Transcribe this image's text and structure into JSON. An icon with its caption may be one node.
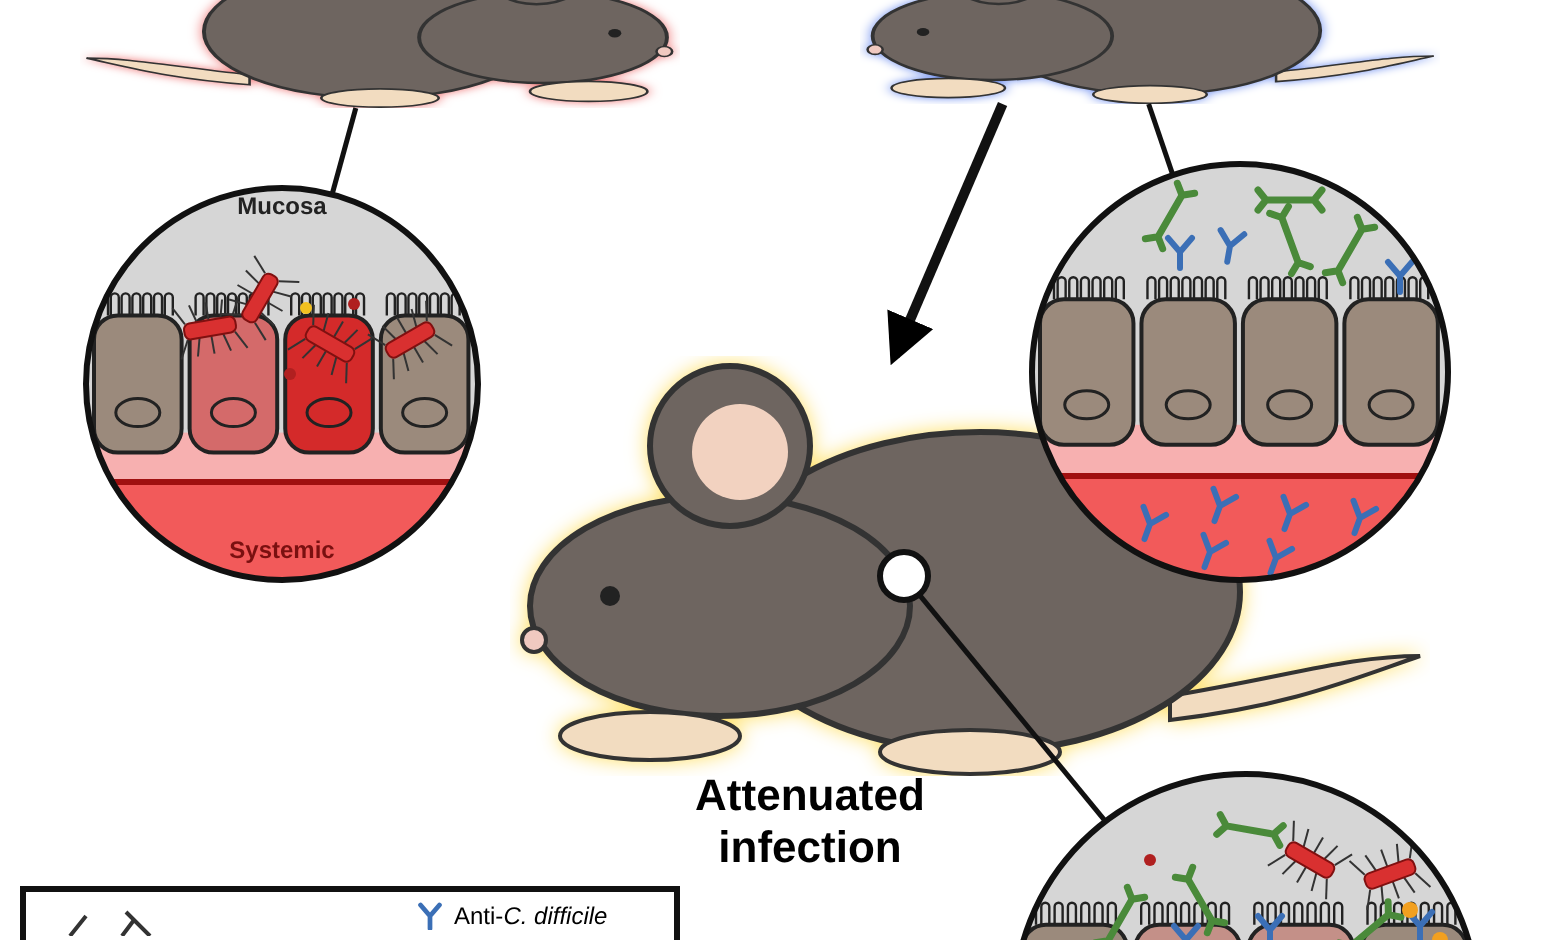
{
  "diagram": {
    "nodes": [
      {
        "text": [],
        "shape": "picture"
      },
      {
        "text": [],
        "shape": "picture"
      },
      {
        "text": [
          "Mucosa",
          "Systemic"
        ]
      },
      {
        "text": [],
        "shape": "picture"
      },
      {
        "text": [],
        "shape": "picture",
        "beside": [
          "Attenuated infection"
        ]
      },
      {
        "text": [],
        "shape": "circle",
        "in": 4
      },
      {
        "text": [],
        "shape": "picture"
      }
    ],
    "edges": [
      {
        "from": 0,
        "to": 2,
        "arrow": "none"
      },
      {
        "from": 1,
        "to": 3,
        "arrow": "none"
      },
      {
        "from": 1,
        "to": 4,
        "arrow": "to",
        "style": "thick"
      },
      {
        "from": 5,
        "to": 6,
        "arrow": "none"
      }
    ],
    "legend": [
      {
        "text": "Anti-*C. difficile*"
      }
    ]
  }
}
